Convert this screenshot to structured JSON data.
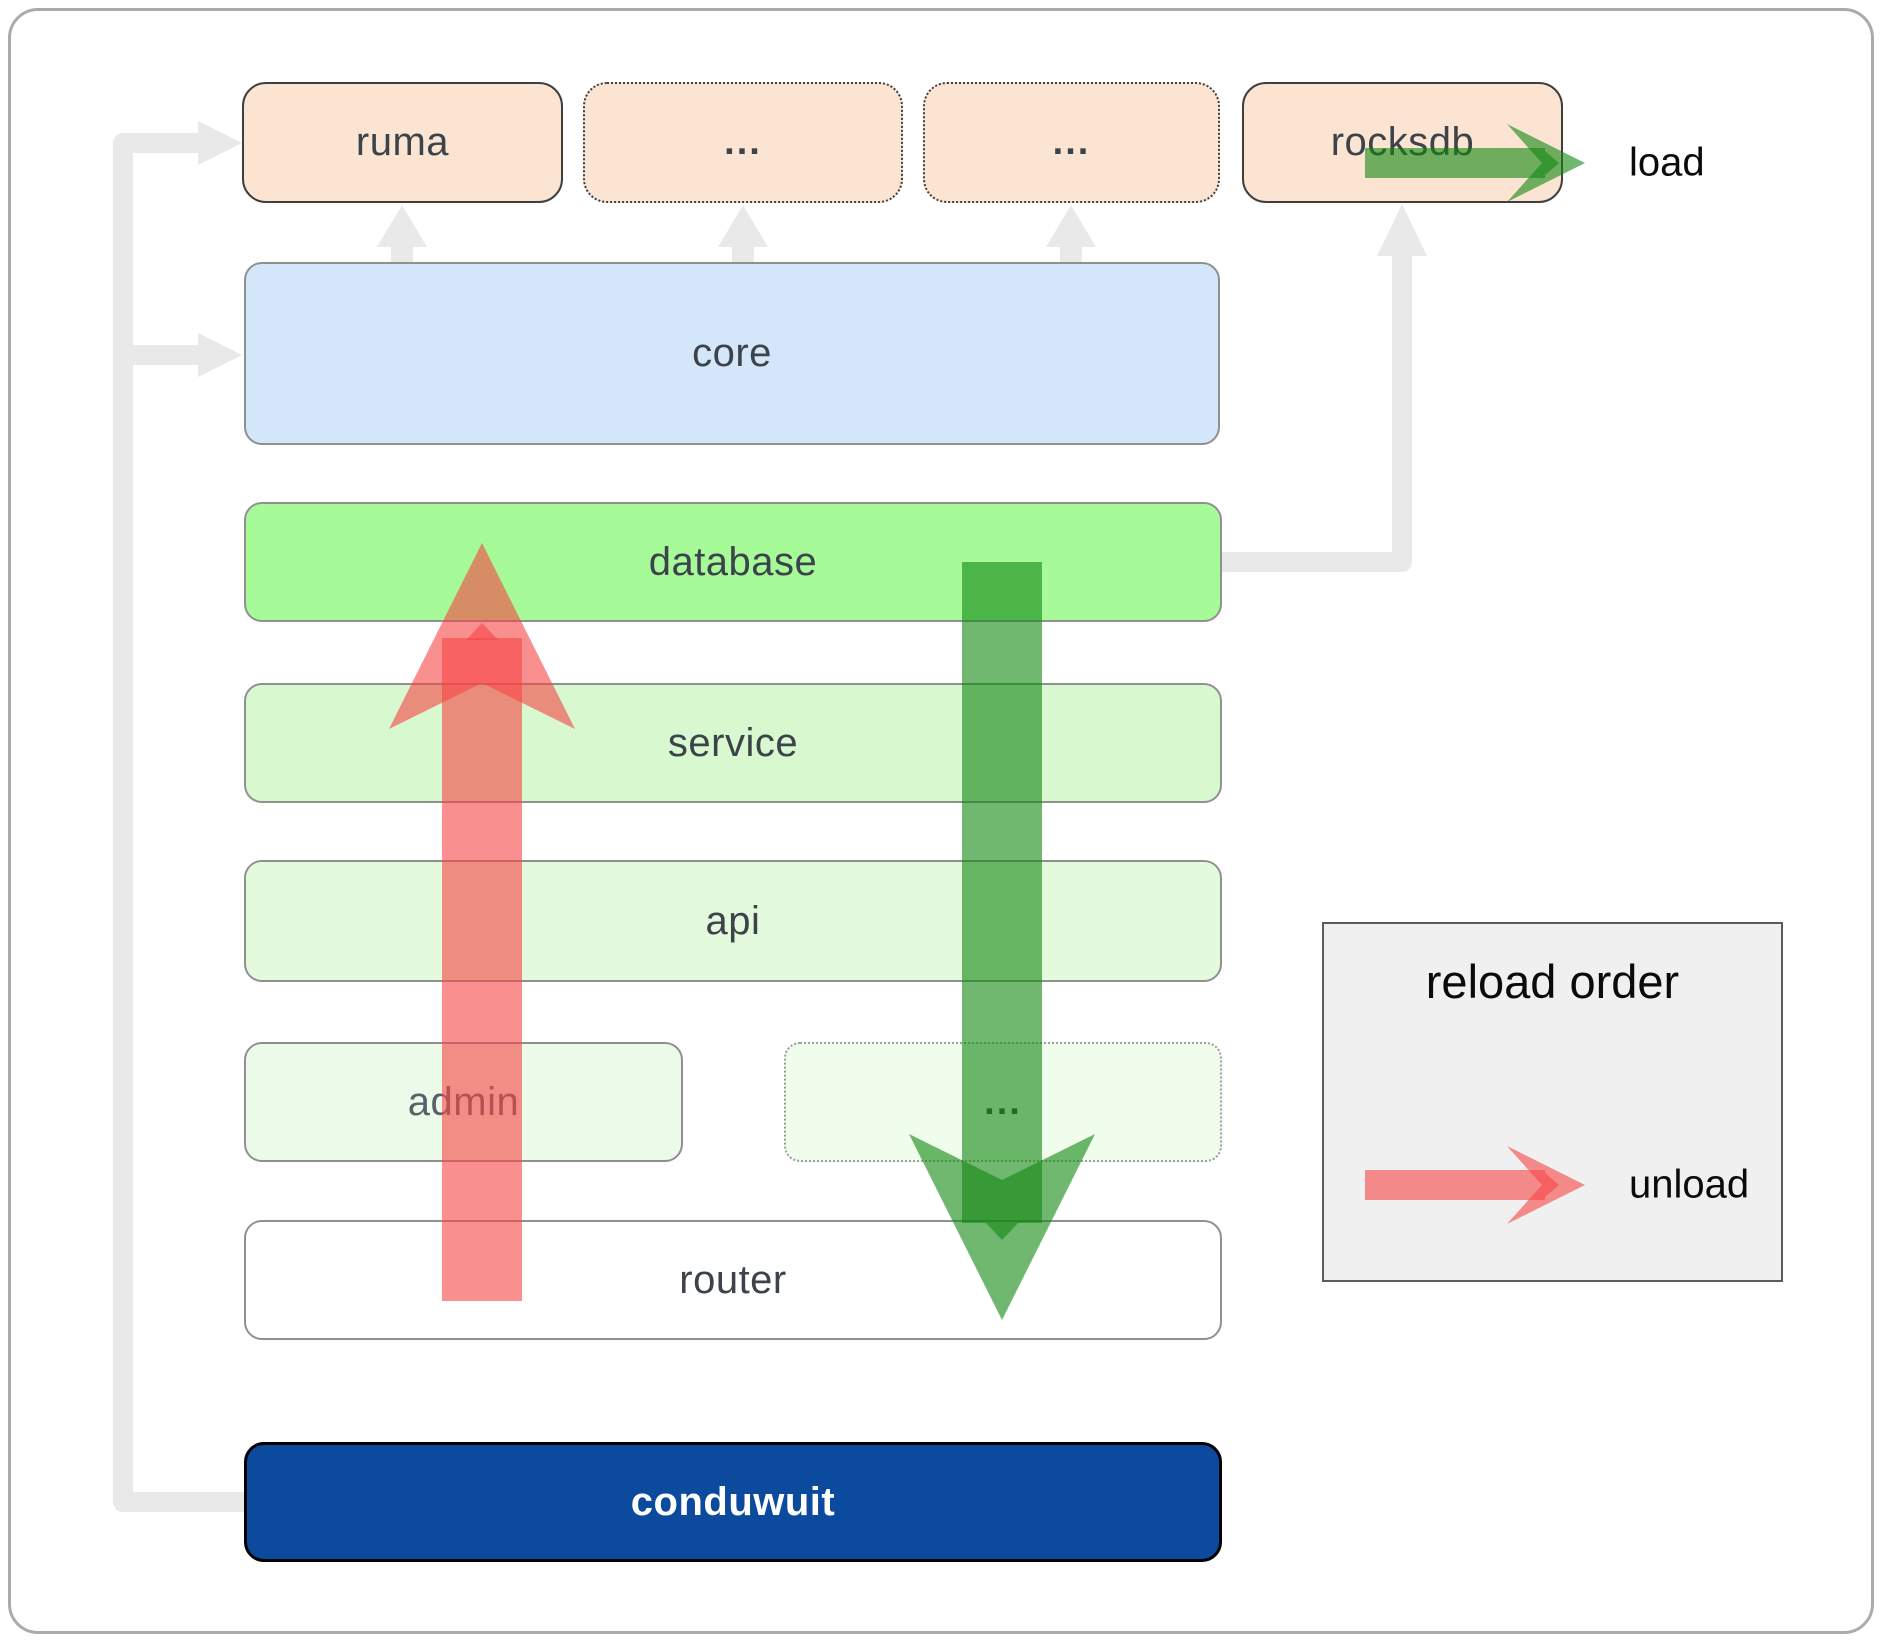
{
  "nodes": {
    "ruma": "ruma",
    "top_ellipsis_1": "...",
    "top_ellipsis_2": "...",
    "rocksdb": "rocksdb",
    "core": "core",
    "database": "database",
    "service": "service",
    "api": "api",
    "admin": "admin",
    "admin_ellipsis": "...",
    "router": "router",
    "conduwuit": "conduwuit"
  },
  "legend": {
    "title": "reload order",
    "load_label": "load",
    "unload_label": "unload"
  },
  "colors": {
    "load_arrow": "#118711",
    "unload_arrow": "#f74444",
    "connector": "#e9e9e9",
    "top_box_fill": "#fce4d2",
    "core_fill": "#d4e6f9",
    "database_fill": "#a6fa98",
    "service_fill": "#d8f8d0",
    "api_fill": "#e3fadc",
    "admin_fill": "#ecfbe9",
    "router_fill": "#ffffff",
    "conduwuit_fill": "#0b4a9c",
    "legend_fill": "#f0f0f0"
  }
}
